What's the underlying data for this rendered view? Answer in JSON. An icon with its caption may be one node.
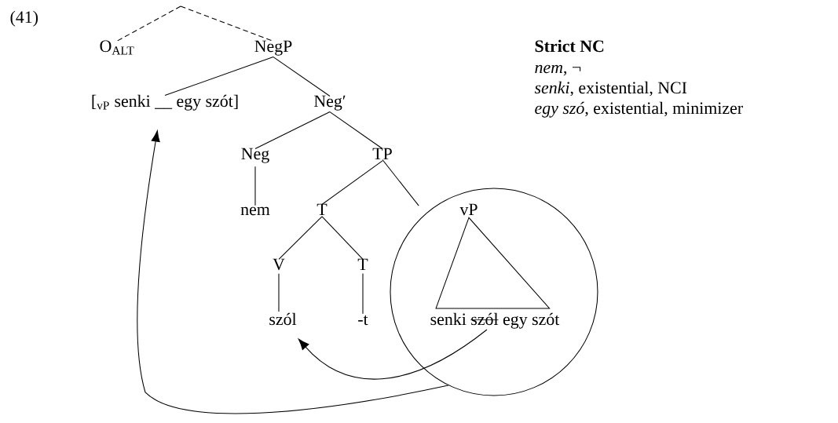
{
  "diagram": {
    "nodes": [
      {
        "text": [
          "O$_{ALT}$"
        ]
      },
      {
        "text": [
          "NegP"
        ]
      },
      {
        "text": [
          "[$_{vP}$ senki __ egy szót]"
        ]
      },
      {
        "text": [
          "Neg′"
        ]
      },
      {
        "text": [
          "Neg"
        ]
      },
      {
        "text": [
          "TP"
        ]
      },
      {
        "text": [
          "nem"
        ]
      },
      {
        "text": [
          "T"
        ]
      },
      {
        "text": [],
        "shape": "circle"
      },
      {
        "text": [
          "vP"
        ],
        "in": 8
      },
      {
        "text": [
          "V"
        ]
      },
      {
        "text": [
          "T"
        ]
      },
      {
        "text": [
          "szól"
        ]
      },
      {
        "text": [
          "-t"
        ]
      },
      {
        "text": [
          "senki",
          "szól",
          "egy szót"
        ],
        "in": 8
      }
    ],
    "edges": [
      {
        "from": null,
        "to": 0,
        "arrow": "none",
        "style": "dashed"
      },
      {
        "from": null,
        "to": 1,
        "arrow": "none",
        "style": "dashed"
      },
      {
        "from": 1,
        "to": 2,
        "arrow": "none"
      },
      {
        "from": 1,
        "to": 3,
        "arrow": "none"
      },
      {
        "from": 3,
        "to": 4,
        "arrow": "none"
      },
      {
        "from": 3,
        "to": 5,
        "arrow": "none"
      },
      {
        "from": 4,
        "to": 6,
        "arrow": "none"
      },
      {
        "from": 5,
        "to": 7,
        "arrow": "none"
      },
      {
        "from": 5,
        "to": 9,
        "arrow": "none"
      },
      {
        "from": 7,
        "to": 10,
        "arrow": "none"
      },
      {
        "from": 7,
        "to": 11,
        "arrow": "none"
      },
      {
        "from": 10,
        "to": 12,
        "arrow": "none"
      },
      {
        "from": 11,
        "to": 13,
        "arrow": "none"
      },
      {
        "from": 9,
        "to": 14,
        "arrow": "none"
      },
      {
        "from": 14,
        "to": 12,
        "arrow": "to"
      },
      {
        "from": 8,
        "to": 2,
        "arrow": "to"
      }
    ],
    "labels": [
      "(41)",
      "Strict NC",
      "*nem*, ¬",
      "*senki*, existential, NCI",
      "*egy szó*, existential, minimizer"
    ]
  }
}
